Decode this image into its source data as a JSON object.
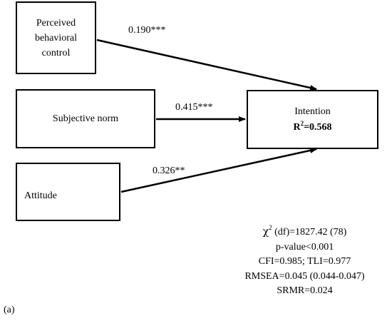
{
  "diagram": {
    "constructs": {
      "perceived_behavioral_control": [
        "Perceived",
        "behavioral",
        "control"
      ],
      "subjective_norm": "Subjective norm",
      "attitude": "Attitude",
      "intention": "Intention",
      "r_squared_label": "R",
      "r_squared_sup": "2",
      "r_squared_value": "=0.568"
    },
    "paths": [
      {
        "from": "Perceived behavioral control",
        "to": "Intention",
        "coefficient": "0.190***"
      },
      {
        "from": "Subjective norm",
        "to": "Intention",
        "coefficient": "0.415***"
      },
      {
        "from": "Attitude",
        "to": "Intention",
        "coefficient": "0.326**"
      }
    ],
    "fit_statistics": {
      "chi_symbol": "χ",
      "chi_sup": "2",
      "chi_rest": " (df)=1827.42 (78)",
      "p_value": "p-value<0.001",
      "cfi_tli": "CFI=0.985; TLI=0.977",
      "rmsea": "RMSEA=0.045 (0.044-0.047)",
      "srmr": "SRMR=0.024"
    },
    "panel_label": "(a)",
    "colors": {
      "line": "#000000",
      "background": "#ffffff"
    }
  }
}
